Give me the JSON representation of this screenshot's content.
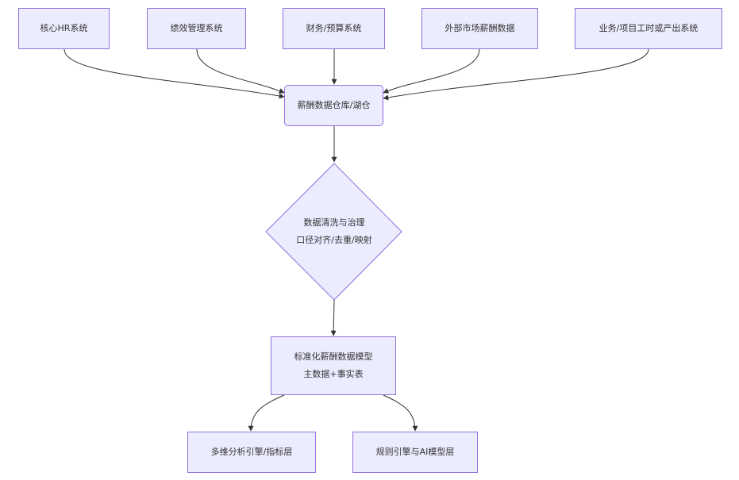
{
  "colors": {
    "node_fill": "#ECECFF",
    "node_border": "#9370DB",
    "edge": "#333333",
    "text": "#333333"
  },
  "sources": [
    {
      "label": "核心HR系统"
    },
    {
      "label": "绩效管理系统"
    },
    {
      "label": "财务/预算系统"
    },
    {
      "label": "外部市场薪酬数据"
    },
    {
      "label": "业务/项目工时或产出系统"
    }
  ],
  "warehouse": {
    "label": "薪酬数据仓库/湖仓"
  },
  "cleaning": {
    "line1": "数据清洗与治理",
    "line2": "口径对齐/去重/映射"
  },
  "model": {
    "line1": "标准化薪酬数据模型",
    "line2": "主数据+事实表"
  },
  "outputs": [
    {
      "label": "多维分析引擎/指标层"
    },
    {
      "label": "规则引擎与AI模型层"
    }
  ]
}
